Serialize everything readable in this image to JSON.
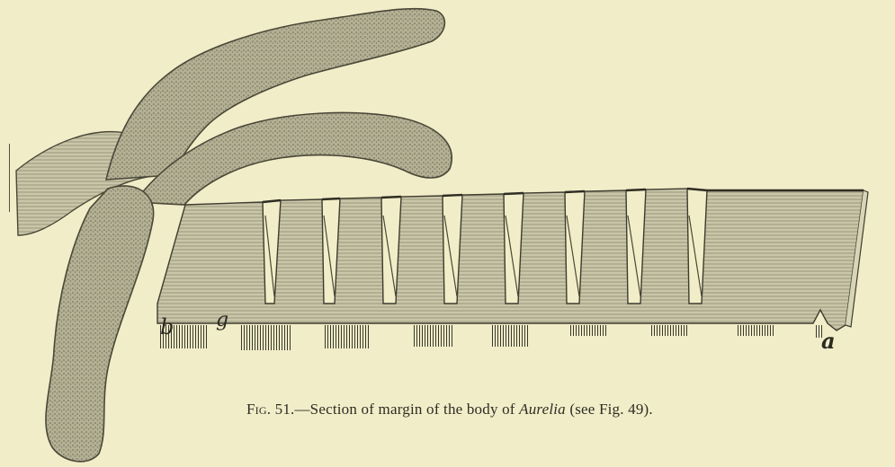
{
  "figure": {
    "labels": {
      "b": "b",
      "g": "g",
      "a": "a"
    },
    "caption": {
      "prefix": "Fig. 51.",
      "dash": "—",
      "text_before": "Section of margin of the body of ",
      "genus": "Aurelia",
      "text_after": " (see Fig. 49)."
    }
  },
  "colors": {
    "paper": "#f1edc8",
    "ink": "#2d2c24",
    "tentacle_fill": "#a8a58c",
    "margin_fill": "#c6c4a6"
  }
}
